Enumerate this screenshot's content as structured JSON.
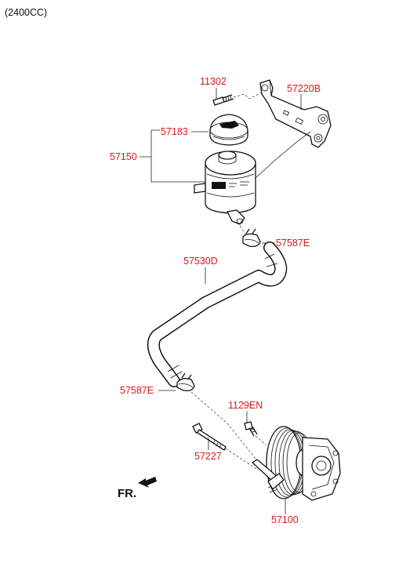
{
  "header": {
    "engine": "(2400CC)"
  },
  "direction": {
    "label": "FR."
  },
  "parts": {
    "bolt_top": "11302",
    "bracket": "57220B",
    "cap": "57183",
    "reservoir": "57150",
    "clamp_upper": "57587E",
    "hose": "57530D",
    "clamp_lower": "57587E",
    "bolt_pump": "1129EN",
    "bolt_long": "57227",
    "pump": "57100"
  }
}
